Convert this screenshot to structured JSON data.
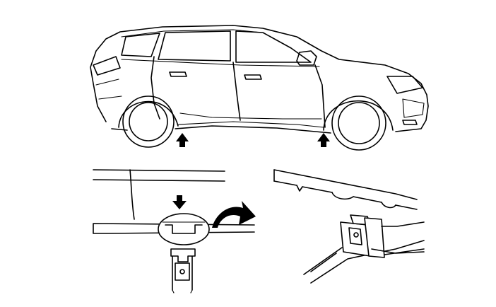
{
  "figure": {
    "background_color": "#ffffff",
    "line_color": "#000000",
    "panels": [
      {
        "id": "vehicle-side-view",
        "marker_icons": [
          "arrow-up-icon",
          "arrow-up-icon"
        ]
      },
      {
        "id": "jack-point-detail",
        "marker_icons": [
          "arrow-down-icon",
          "curved-arrow-icon"
        ]
      },
      {
        "id": "jack-engagement-detail",
        "marker_icons": []
      }
    ]
  }
}
